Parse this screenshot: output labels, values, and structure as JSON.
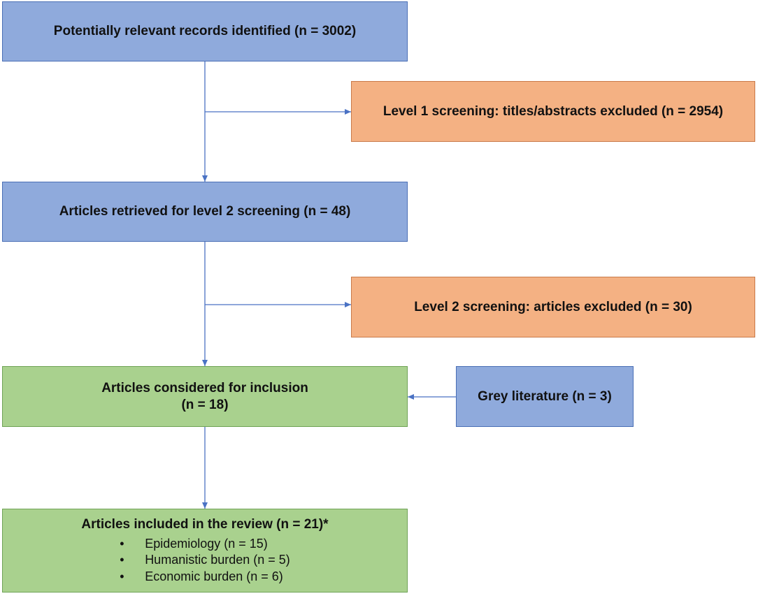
{
  "nodes": {
    "identified": {
      "text": "Potentially relevant records identified (n = 3002)"
    },
    "level1_excluded": {
      "text": "Level 1 screening: titles/abstracts excluded (n = 2954)"
    },
    "retrieved": {
      "text": "Articles retrieved for level 2 screening (n = 48)"
    },
    "level2_excluded": {
      "text": "Level 2 screening: articles excluded (n = 30)"
    },
    "considered": {
      "line1": "Articles considered for inclusion",
      "line2": "(n = 18)"
    },
    "grey": {
      "text": "Grey literature (n = 3)"
    },
    "included": {
      "title": "Articles included in the review (n = 21)*",
      "items": [
        "Epidemiology (n = 15)",
        "Humanistic burden (n = 5)",
        "Economic burden (n = 6)"
      ]
    }
  },
  "colors": {
    "blue": "#8faadc",
    "orange": "#f4b183",
    "green": "#a9d18e",
    "connector": "#4a72c4"
  }
}
